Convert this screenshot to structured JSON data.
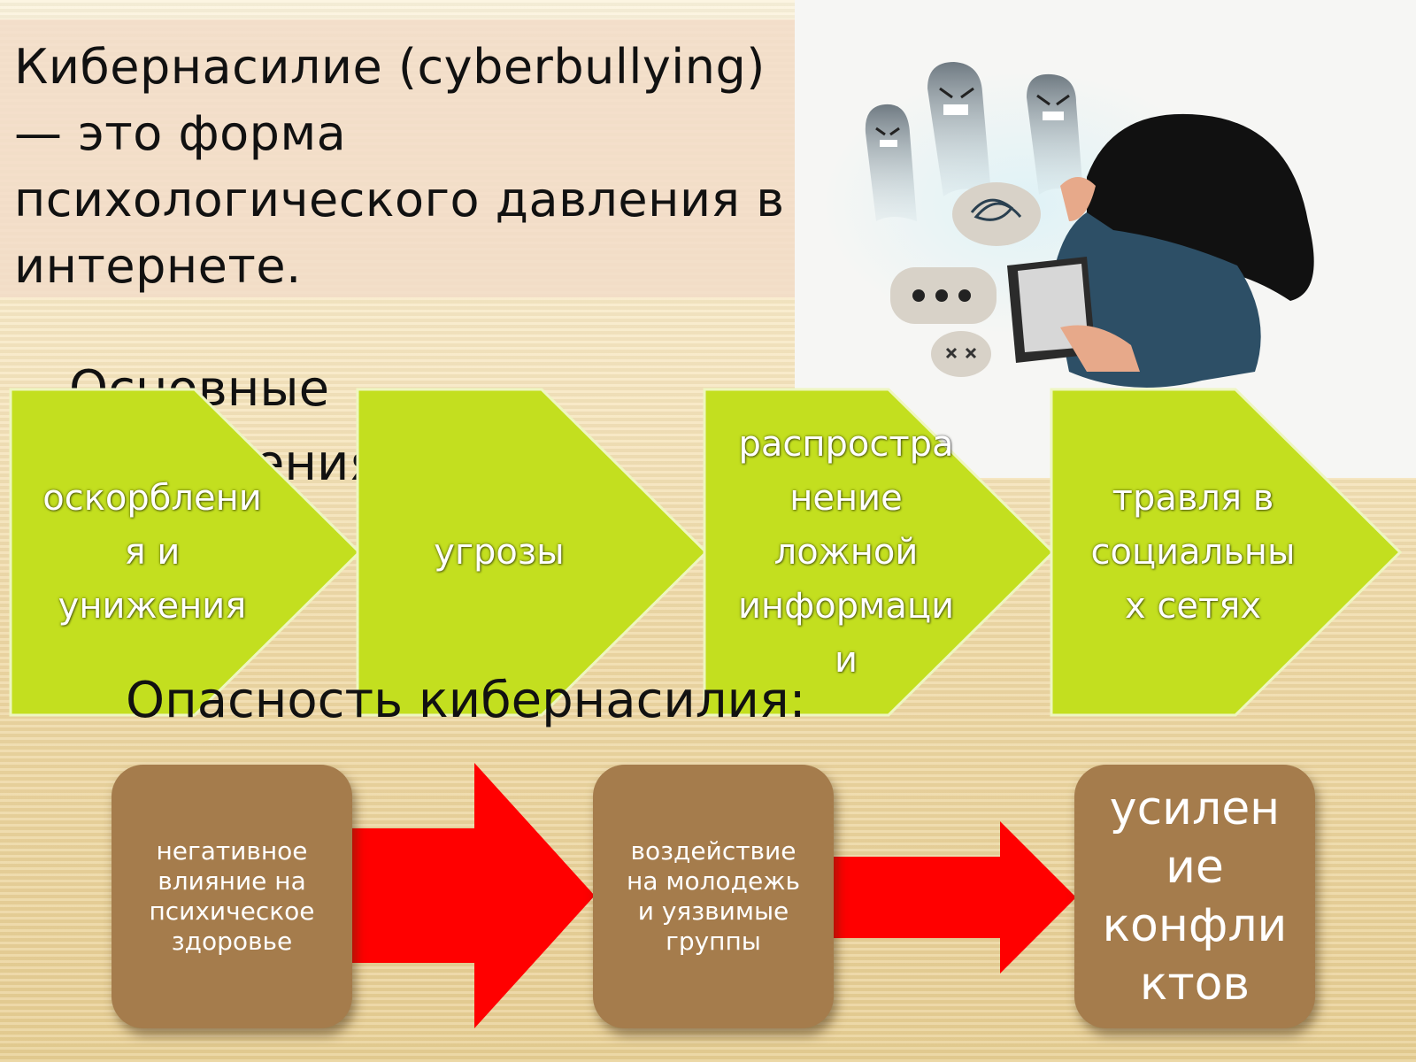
{
  "intro": {
    "text": "Кибернасилие (cyberbullying) — это форма психологического давления в интернете."
  },
  "forms_heading": "Основные проявления:",
  "forms": [
    {
      "label": "оскорблени\nя и\nунижения"
    },
    {
      "label": "угрозы"
    },
    {
      "label": "распростра\nнение\nложной\nинформаци\nи"
    },
    {
      "label": "травля в\nсоциальны\nх сетях"
    }
  ],
  "danger_heading": "Опасность кибернасилия:",
  "dangers": [
    {
      "label": "негативное\nвлияние на\nпсихическое\nздоровье"
    },
    {
      "label": "воздействие\nна молодежь\nи уязвимые\nгруппы"
    },
    {
      "label": "усилен\nие\nконфли\nктов"
    }
  ],
  "colors": {
    "chevron": "#c3df1f",
    "box": "#a57c4c",
    "arrow": "#ff0000",
    "intro_bg": "#f2dcc8"
  },
  "illustration": {
    "icon": "cyberbullying-victim-illustration"
  }
}
